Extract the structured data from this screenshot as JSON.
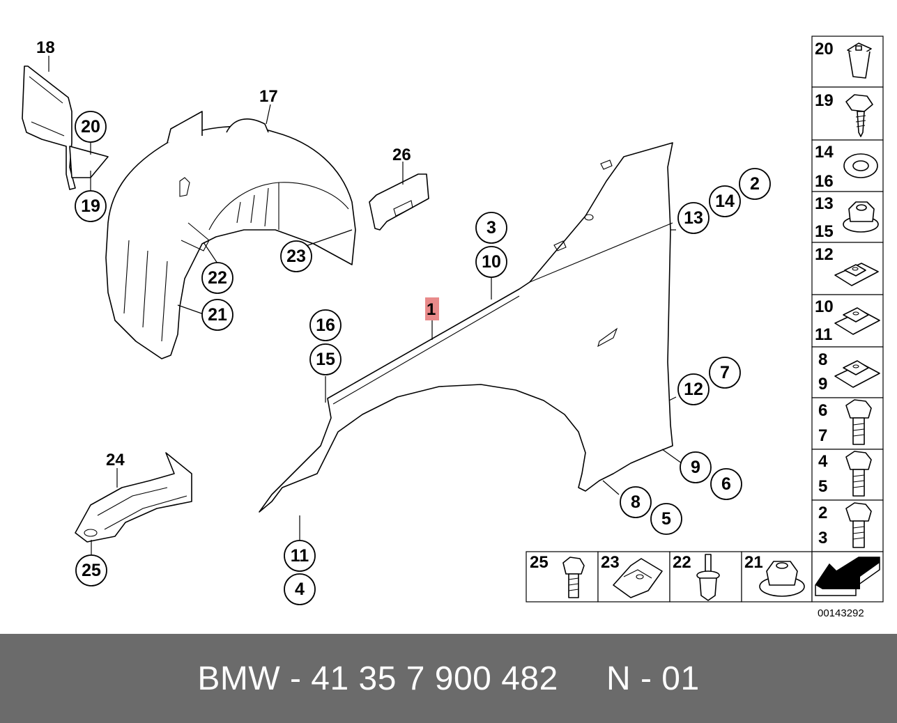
{
  "diagram": {
    "code": "00143292",
    "callouts": {
      "c2": "2",
      "c3": "3",
      "c4": "4",
      "c5": "5",
      "c6": "6",
      "c7": "7",
      "c8": "8",
      "c9": "9",
      "c10": "10",
      "c11": "11",
      "c12": "12",
      "c13": "13",
      "c14": "14",
      "c15": "15",
      "c16": "16",
      "c19": "19",
      "c20": "20",
      "c21": "21",
      "c22": "22",
      "c23": "23",
      "c25": "25"
    },
    "plain_labels": {
      "p17": "17",
      "p18": "18",
      "p24": "24",
      "p26": "26"
    },
    "highlighted_label": "1",
    "highlight_color": "#e88a8a",
    "side_legend": [
      {
        "lines": [
          "20"
        ],
        "icon": "expanding-nut-icon"
      },
      {
        "lines": [
          "19"
        ],
        "icon": "self-tapping-screw-icon"
      },
      {
        "lines": [
          "14",
          "16"
        ],
        "icon": "washer-icon"
      },
      {
        "lines": [
          "13",
          "15"
        ],
        "icon": "hex-collar-nut-icon"
      },
      {
        "lines": [
          "12"
        ],
        "icon": "cage-nut-icon"
      },
      {
        "lines": [
          "10",
          "11"
        ],
        "icon": "cage-nut-icon"
      },
      {
        "lines": [
          "8",
          "9"
        ],
        "icon": "cage-nut-icon"
      },
      {
        "lines": [
          "6",
          "7"
        ],
        "icon": "hex-bolt-icon"
      },
      {
        "lines": [
          "4",
          "5"
        ],
        "icon": "hex-bolt-icon"
      },
      {
        "lines": [
          "2",
          "3"
        ],
        "icon": "hex-bolt-icon"
      }
    ],
    "bottom_legend": [
      {
        "label": "25",
        "icon": "hex-screw-icon"
      },
      {
        "label": "23",
        "icon": "spring-clip-nut-icon"
      },
      {
        "label": "22",
        "icon": "expanding-rivet-icon"
      },
      {
        "label": "21",
        "icon": "flange-nut-icon"
      }
    ]
  },
  "footer": {
    "text": "BMW - 41 35 7 900 482     N - 01",
    "background": "#6b6b6b"
  }
}
